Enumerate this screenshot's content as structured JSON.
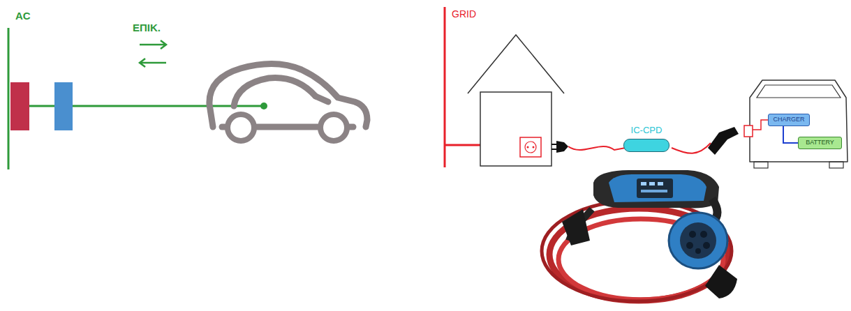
{
  "diagram": {
    "nodes": [
      {
        "text": [
          "IC-CPD"
        ]
      },
      {
        "text": [
          "CHARGER"
        ]
      },
      {
        "text": [
          "BATTERY"
        ]
      }
    ],
    "edges": [
      {
        "from": 1,
        "to": 2,
        "arrow": "none"
      }
    ],
    "labels": [
      "AC",
      "ΕΠΙΚ.",
      "GRID"
    ]
  }
}
